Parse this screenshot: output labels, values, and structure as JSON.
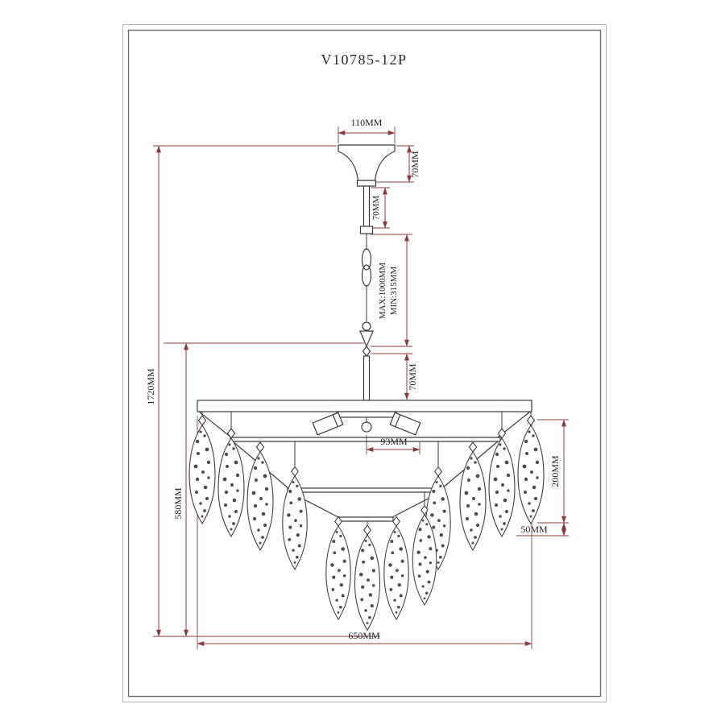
{
  "title": "V10785-12P",
  "diagram": {
    "type": "technical-dimension-drawing",
    "subject": "chandelier with leaf crystal pendants",
    "dimension_color": "#8b3b3b",
    "line_color": "#3a3a3a",
    "labels": {
      "canopy_width": "110MM",
      "canopy_height": "70MM",
      "upper_rod_length": "70MM",
      "chain_max": "MAX:1000MM",
      "chain_min": "MIN:315MM",
      "lower_stem_length": "70MM",
      "overall_height": "1720MM",
      "body_height": "580MM",
      "center_offset": "93MM",
      "pendant_length": "200MM",
      "pendant_step": "50MM",
      "overall_width": "650MM"
    }
  }
}
